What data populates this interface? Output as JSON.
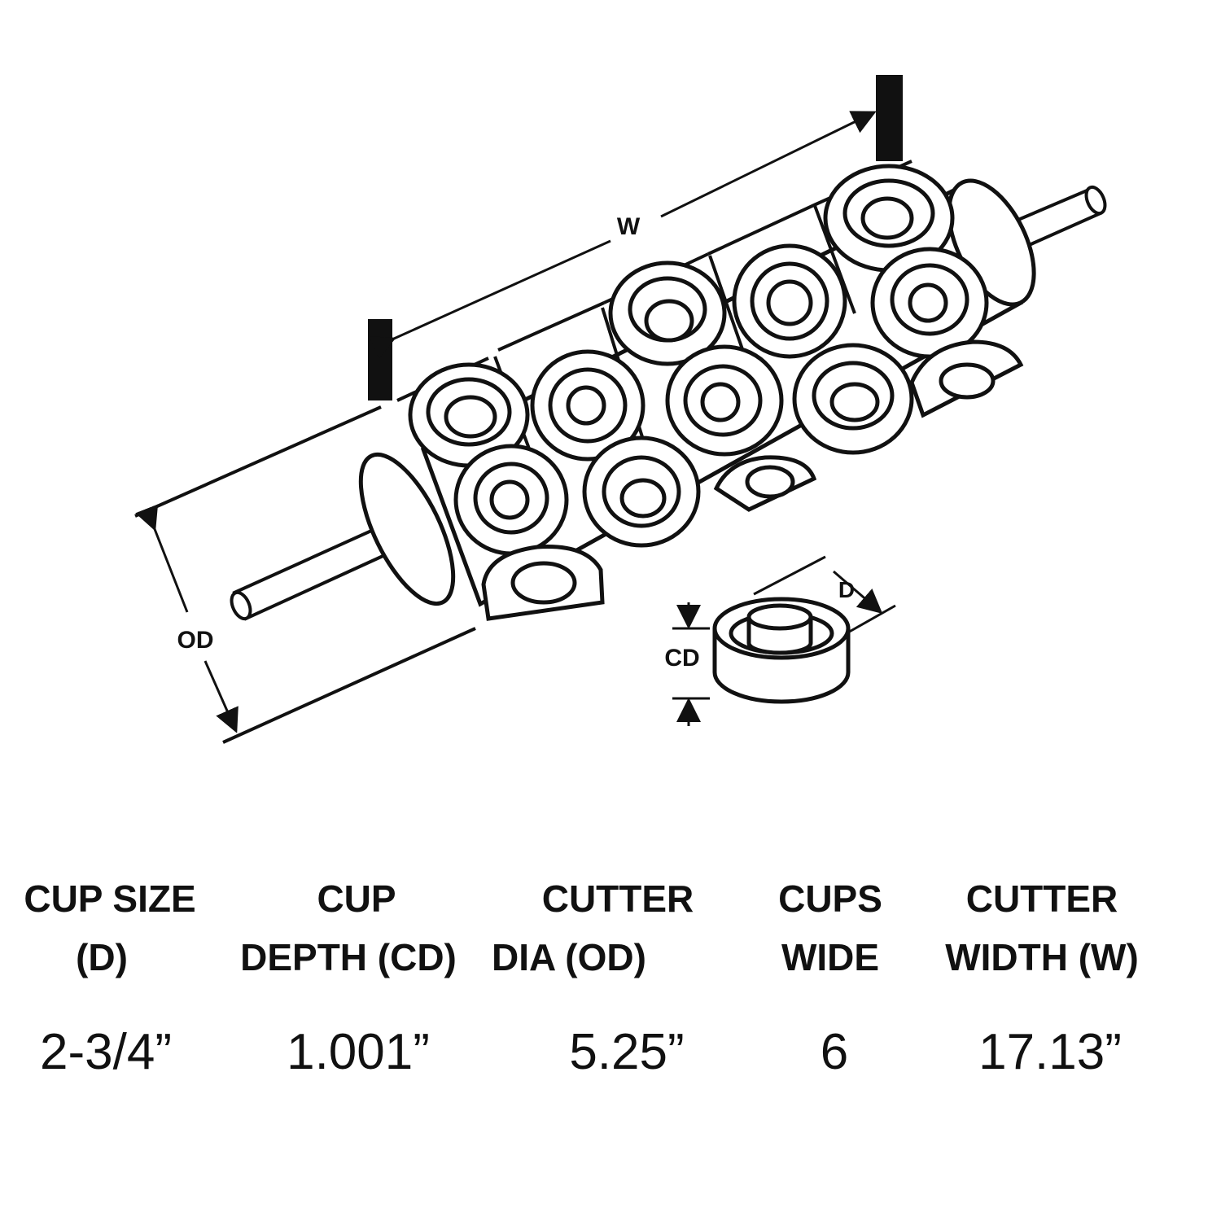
{
  "diagram": {
    "labels": {
      "width": "W",
      "outer_diameter": "OD",
      "cup_depth": "CD",
      "cup_size": "D"
    }
  },
  "specs": {
    "columns": [
      {
        "header_line1": "CUP SIZE",
        "header_line2": "(D)",
        "value": "2-3/4”"
      },
      {
        "header_line1": "CUP",
        "header_line2": "DEPTH (CD)",
        "value": "1.001”"
      },
      {
        "header_line1": "CUTTER",
        "header_line2": "DIA (OD)",
        "value": "5.25”"
      },
      {
        "header_line1": "CUPS",
        "header_line2": "WIDE",
        "value": "6"
      },
      {
        "header_line1": "CUTTER",
        "header_line2": "WIDTH (W)",
        "value": "17.13”"
      }
    ]
  }
}
